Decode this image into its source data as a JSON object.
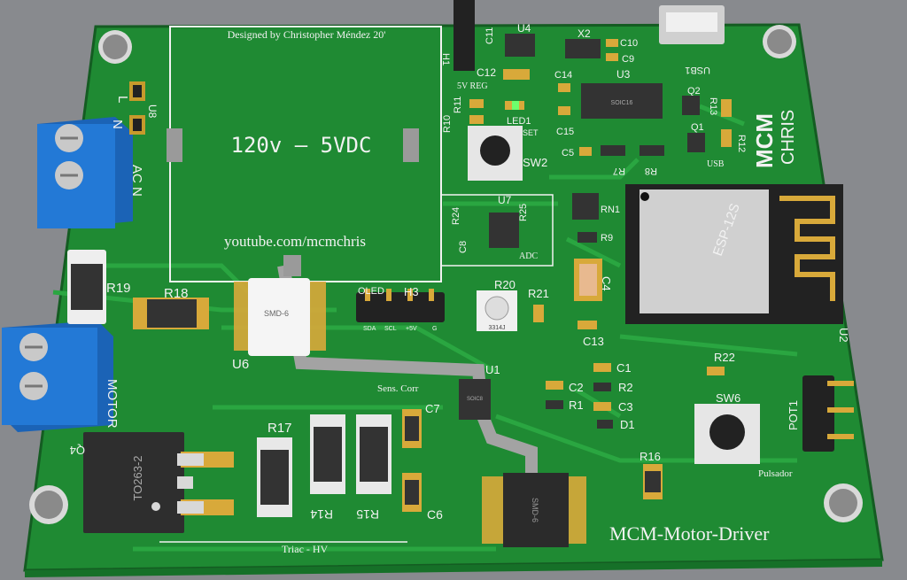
{
  "board": {
    "title": "MCM-Motor-Driver",
    "designer": "Designed by Christopher Méndez 20'",
    "psu_label": "120v  –  5VDC",
    "youtube": "youtube.com/mcmchris",
    "logo_main": "MCM",
    "logo_sub": "CHRIS"
  },
  "sections": {
    "reg": "5V REG",
    "adc": "ADC",
    "usb": "USB",
    "sens": "Sens. Corr",
    "triac": "Triac - HV",
    "pulsador": "Pulsador",
    "motor": "MOTOR",
    "acn": "AC N",
    "l": "L",
    "n": "N"
  },
  "refs": {
    "U8": "U8",
    "U4": "U4",
    "U3": "U3",
    "U7": "U7",
    "U1": "U1",
    "U6": "U6",
    "U2": "U2",
    "X2": "X2",
    "H1": "H1",
    "H3": "H3",
    "C4": "C4",
    "C5": "C5",
    "C6": "C6",
    "C7": "C7",
    "C8": "C8",
    "C9": "C9",
    "C10": "C10",
    "C11": "C11",
    "C12": "C12",
    "C13": "C13",
    "C14": "C14",
    "C15": "C15",
    "C1": "C1",
    "C2": "C2",
    "C3": "C3",
    "R1": "R1",
    "R2": "R2",
    "R7": "R7",
    "R8": "R8",
    "R9": "R9",
    "R10": "R10",
    "R11": "R11",
    "R12": "R12",
    "R13": "R13",
    "R14": "R14",
    "R15": "R15",
    "R16": "R16",
    "R17": "R17",
    "R18": "R18",
    "R19": "R19",
    "R20": "R20",
    "R21": "R21",
    "R22": "R22",
    "R24": "R24",
    "R25": "R25",
    "RN1": "RN1",
    "Q1": "Q1",
    "Q2": "Q2",
    "Q4": "Q4",
    "D1": "D1",
    "LED1": "LED1",
    "SET": "SET",
    "SW2": "SW2",
    "SW6": "SW6",
    "POT1": "POT1",
    "USB1": "USB1"
  },
  "packages": {
    "smd6": "SMD-6",
    "soic16": "SOIC16",
    "soic8": "SOIC8",
    "to263": "TO263-2",
    "esp": "ESP-12S",
    "pot_code": "3314J"
  },
  "header_pins": [
    "SDA",
    "SCL",
    "+5V",
    "G"
  ],
  "header_title": "OLED"
}
